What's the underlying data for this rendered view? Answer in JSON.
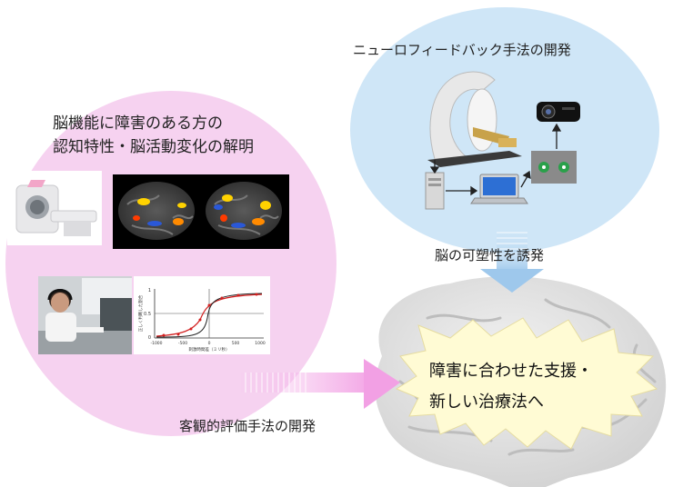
{
  "left_block": {
    "title_line1": "脳機能に障害のある方の",
    "title_line2": "認知特性・脳活動変化の解明"
  },
  "neurofeedback": {
    "title": "ニューロフィードバック手法の開発"
  },
  "plasticity_label": "脳の可塑性を誘発",
  "evaluation_label": "客観的評価手法の開発",
  "goal": {
    "line1": "障害に合わせた支援・",
    "line2": "新しい治療法へ"
  },
  "graph": {
    "y_ticks": [
      "1",
      "0.5",
      "0"
    ],
    "x_ticks": [
      "-1000",
      "-500",
      "0",
      "500",
      "1000"
    ],
    "y_label": "正しく判断した割合",
    "x_label": "刺激時間差（ミリ秒）"
  },
  "colors": {
    "pink_bubble": "#f6d2f0",
    "blue_bubble": "#cfe6f7",
    "arrow_pink": "#f4a8e8",
    "arrow_blue": "#a9cfee",
    "brain": "#e4e4e4",
    "starburst": "#fffbd4",
    "activation": "#ffd200",
    "deactivation": "#2a58d8"
  },
  "icons": {
    "mri": "mri-scanner-icon",
    "brain_maps": "fmri-brain-map-icon",
    "subject": "test-subject-photo",
    "graph": "psychometric-graph",
    "projector": "projector-icon",
    "pc": "desktop-pc-icon",
    "laptop": "laptop-icon",
    "screen": "feedback-screen-icon",
    "brain": "brain-icon",
    "starburst": "starburst-icon"
  }
}
